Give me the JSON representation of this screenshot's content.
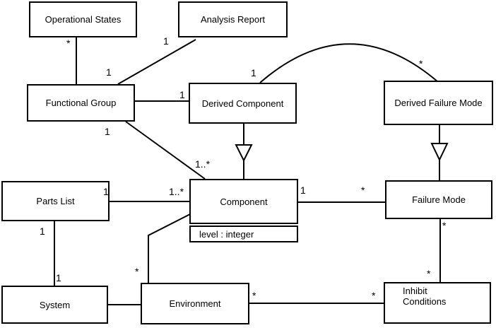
{
  "diagram": {
    "type": "uml-class-diagram",
    "background_color": "#ffffff",
    "line_color": "#000000",
    "classes": {
      "operational_states": {
        "name": "Operational States"
      },
      "analysis_report": {
        "name": "Analysis Report"
      },
      "functional_group": {
        "name": "Functional Group"
      },
      "derived_component": {
        "name": "Derived Component"
      },
      "derived_failure_mode": {
        "name": "Derived Failure Mode"
      },
      "component": {
        "name": "Component",
        "attribute": "level : integer"
      },
      "failure_mode": {
        "name": "Failure Mode"
      },
      "parts_list": {
        "name": "Parts List"
      },
      "system": {
        "name": "System"
      },
      "environment": {
        "name": "Environment"
      },
      "inhibit_conditions": {
        "name": "Inhibit Conditions",
        "lines": [
          "Inhibit",
          "Conditions"
        ]
      }
    },
    "multiplicities": {
      "opstates_end": "*",
      "fg_opstates_end": "1",
      "ar_end": "1",
      "dc_left_end": "1",
      "arc_dc_end": "1",
      "arc_dfm_end": "*",
      "fg_comp_end": "1",
      "comp_fg_end": "1..*",
      "pl_right_end": "1",
      "comp_pl_end": "1..*",
      "pl_bottom_end": "1",
      "sys_top_end": "1",
      "comp_fm_end": "1",
      "fm_comp_end": "*",
      "fm_bottom_end": "*",
      "ic_top_end": "*",
      "env_top_end": "*",
      "env_right_end": "*",
      "ic_left_end": "*"
    },
    "relationships": [
      "Operational States * — 1 Functional Group",
      "Analysis Report 1 — Functional Group",
      "Functional Group — 1 Derived Component",
      "Derived Component 1 — * Derived Failure Mode (arc)",
      "Functional Group 1 — 1..* Component",
      "Parts List 1 — 1..* Component",
      "Component 1 — * Failure Mode",
      "Parts List 1 — 1 System",
      "System — Environment",
      "Environment * — Component",
      "Environment * — * Inhibit Conditions",
      "Failure Mode * — * Inhibit Conditions",
      "Derived Component —▷ Component (generalization)",
      "Derived Failure Mode —▷ Failure Mode (generalization)"
    ]
  }
}
